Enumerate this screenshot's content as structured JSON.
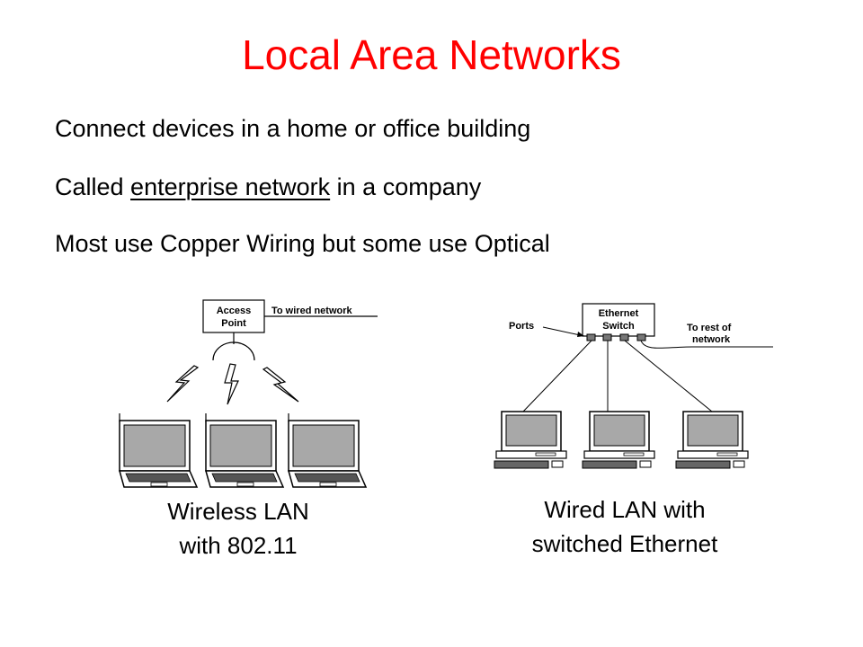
{
  "title": "Local Area Networks",
  "bullets": {
    "b1": "Connect devices in a home or office building",
    "b2_pre": "Called ",
    "b2_term": "enterprise network",
    "b2_post": " in a company",
    "b3": "Most use Copper Wiring but some use Optical"
  },
  "wireless_diagram": {
    "access_point_line1": "Access",
    "access_point_line2": "Point",
    "wired_label": "To wired network",
    "caption_line1": "Wireless LAN",
    "caption_line2": "with 802.11"
  },
  "wired_diagram": {
    "switch_line1": "Ethernet",
    "switch_line2": "Switch",
    "ports_label": "Ports",
    "rest_line1": "To rest of",
    "rest_line2": "network",
    "caption_line1": "Wired LAN with",
    "caption_line2": "switched Ethernet"
  },
  "colors": {
    "title": "#ff0000",
    "text": "#000000",
    "screen": "#a8a8a8"
  }
}
